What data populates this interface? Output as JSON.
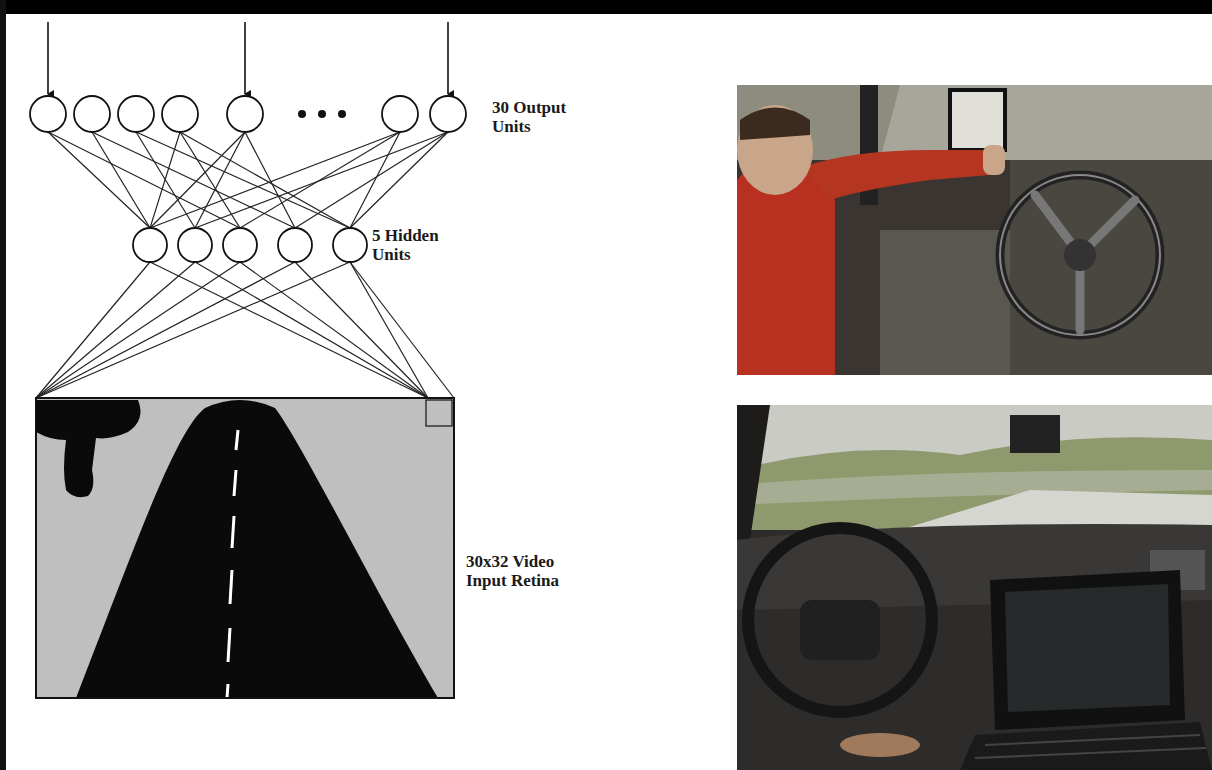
{
  "diagram": {
    "labels": [
      "30 Output Units",
      "5 Hidden Units",
      "30x32 Video Input Retina"
    ]
  }
}
